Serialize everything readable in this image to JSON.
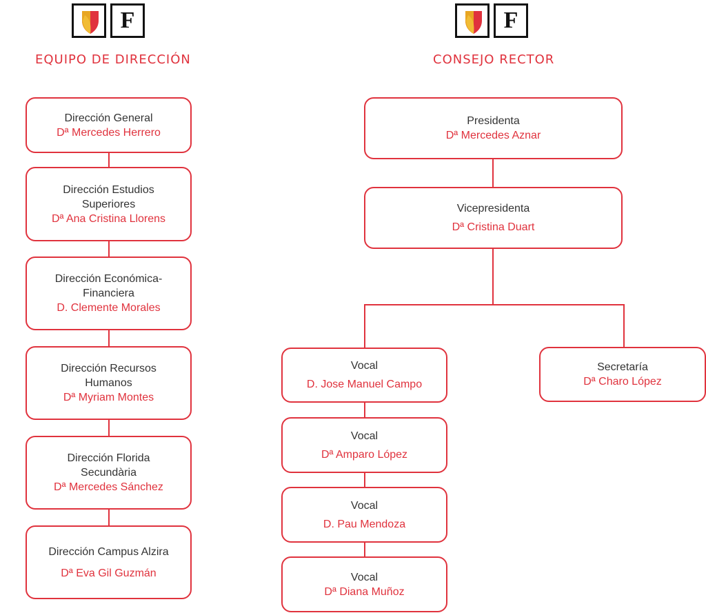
{
  "logo": {
    "letter": "F"
  },
  "colors": {
    "accent": "#e0323d",
    "text": "#333333"
  },
  "left": {
    "title": "EQUIPO DE DIRECCIÓN",
    "items": [
      {
        "role_lines": [
          "Dirección General"
        ],
        "person": "Dª Mercedes Herrero"
      },
      {
        "role_lines": [
          "Dirección Estudios",
          "Superiores"
        ],
        "person": "Dª Ana Cristina Llorens"
      },
      {
        "role_lines": [
          "Dirección Económica-",
          "Financiera"
        ],
        "person": "D. Clemente Morales"
      },
      {
        "role_lines": [
          "Dirección Recursos",
          "Humanos"
        ],
        "person": "Dª Myriam Montes"
      },
      {
        "role_lines": [
          "Dirección Florida",
          "Secundària"
        ],
        "person": "Dª Mercedes Sánchez"
      },
      {
        "role_lines": [
          "Dirección Campus Alzira"
        ],
        "person": "Dª Eva Gil Guzmán"
      }
    ]
  },
  "right": {
    "title": "CONSEJO RECTOR",
    "presidenta": {
      "role": "Presidenta",
      "person": "Dª Mercedes Aznar"
    },
    "vicepresidenta": {
      "role": "Vicepresidenta",
      "person": "Dª Cristina Duart"
    },
    "vocales": [
      {
        "role": "Vocal",
        "person": "D. Jose Manuel Campo"
      },
      {
        "role": "Vocal",
        "person": "Dª Amparo López"
      },
      {
        "role": "Vocal",
        "person": "D. Pau Mendoza"
      },
      {
        "role": "Vocal",
        "person": "Dª Diana Muñoz"
      }
    ],
    "secretaria": {
      "role": "Secretaría",
      "person": "Dª Charo López"
    }
  }
}
